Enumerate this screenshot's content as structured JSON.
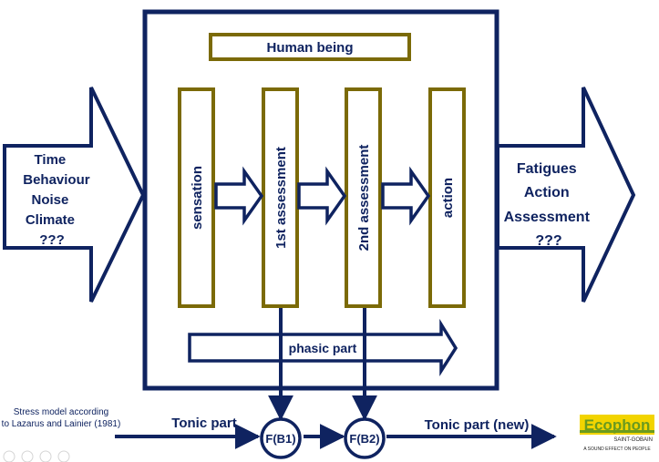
{
  "title": "Human being",
  "input": {
    "lines": [
      "Time",
      "Behaviour",
      "Noise",
      "Climate",
      "???"
    ]
  },
  "output": {
    "lines": [
      "Fatigues",
      "Action",
      "Assessment",
      "???"
    ]
  },
  "stages": [
    "sensation",
    "1st assessment",
    "2nd assessment",
    "action"
  ],
  "phasic_label": "phasic part",
  "tonic_label": "Tonic part",
  "tonic_new_label": "Tonic part (new)",
  "nodes": [
    "F(B1)",
    "F(B2)"
  ],
  "caption_lines": [
    "Stress model according",
    "to Lazarus and Lainier (1981)"
  ],
  "logo": {
    "brand": "Ecophon",
    "sub": "SAINT-GOBAIN",
    "tagline": "A SOUND EFFECT ON PEOPLE"
  },
  "colors": {
    "navy": "#0f2360",
    "olive": "#7b6a07",
    "logo_yellow": "#f2d400",
    "logo_green": "#6a9a1f"
  }
}
